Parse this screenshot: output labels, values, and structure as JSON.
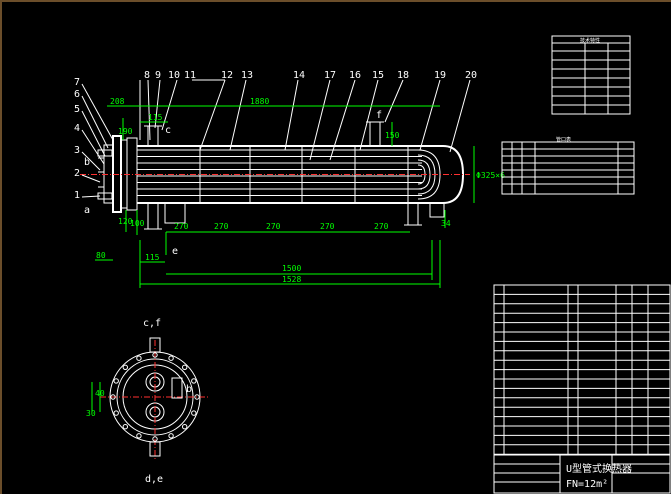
{
  "part_numbers_top": [
    "8",
    "9",
    "10",
    "11",
    "12",
    "13",
    "14",
    "17",
    "16",
    "15",
    "18",
    "19",
    "20"
  ],
  "part_numbers_left": [
    "7",
    "6",
    "5",
    "4",
    "3",
    "2",
    "1"
  ],
  "nozzle_labels": {
    "c": "c",
    "f": "f",
    "b": "b",
    "a": "a",
    "e": "e",
    "cf": "c,f",
    "de": "d,e"
  },
  "dims": {
    "d208": "208",
    "d1880": "1880",
    "d115a": "115",
    "d115b": "115",
    "d190": "190",
    "d150": "150",
    "d120": "120",
    "d100": "100",
    "d80": "80",
    "d1500": "1500",
    "d1528": "1528",
    "d270": [
      "270",
      "270",
      "270",
      "270",
      "270"
    ],
    "d_phi": "Φ325×6",
    "d34": "34",
    "d30": "30",
    "d40": "40"
  },
  "title_block": {
    "name": "U型管式换热器",
    "model": "FN=12m²"
  },
  "table_headers": {
    "spec": "技术特性",
    "nozzle": "管口表"
  }
}
